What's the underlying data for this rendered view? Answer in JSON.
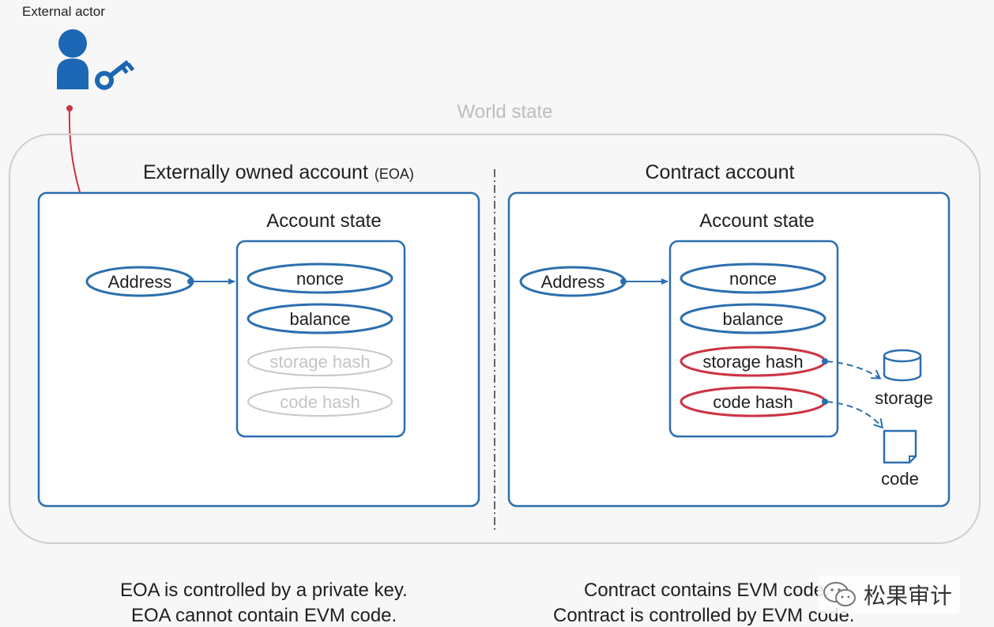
{
  "actor": {
    "label": "External actor",
    "icons": [
      "person-icon",
      "key-icon"
    ]
  },
  "world_state": {
    "label": "World state"
  },
  "eoa": {
    "title": "Externally owned account",
    "title_suffix": "(EOA)",
    "account_state_title": "Account state",
    "address": "Address",
    "fields": [
      "nonce",
      "balance",
      "storage hash",
      "code hash"
    ],
    "inactive_fields": [
      "storage hash",
      "code hash"
    ]
  },
  "contract": {
    "title": "Contract account",
    "account_state_title": "Account state",
    "address": "Address",
    "fields": [
      "nonce",
      "balance",
      "storage hash",
      "code hash"
    ],
    "storage_label": "storage",
    "code_label": "code",
    "icons": [
      "database-icon",
      "document-icon"
    ]
  },
  "captions": {
    "left_line1": "EOA is controlled by a private key.",
    "left_line2": "EOA cannot contain EVM code.",
    "right_line1": "Contract contains EVM code.",
    "right_line2": "Contract is controlled by EVM code."
  },
  "watermark": {
    "text": "松果审计",
    "icon": "wechat-icon"
  },
  "colors": {
    "blue": "#2c6fae",
    "red": "#cc3344",
    "gray_outline": "#c8c8c8",
    "world_border": "#cfcfcf"
  }
}
